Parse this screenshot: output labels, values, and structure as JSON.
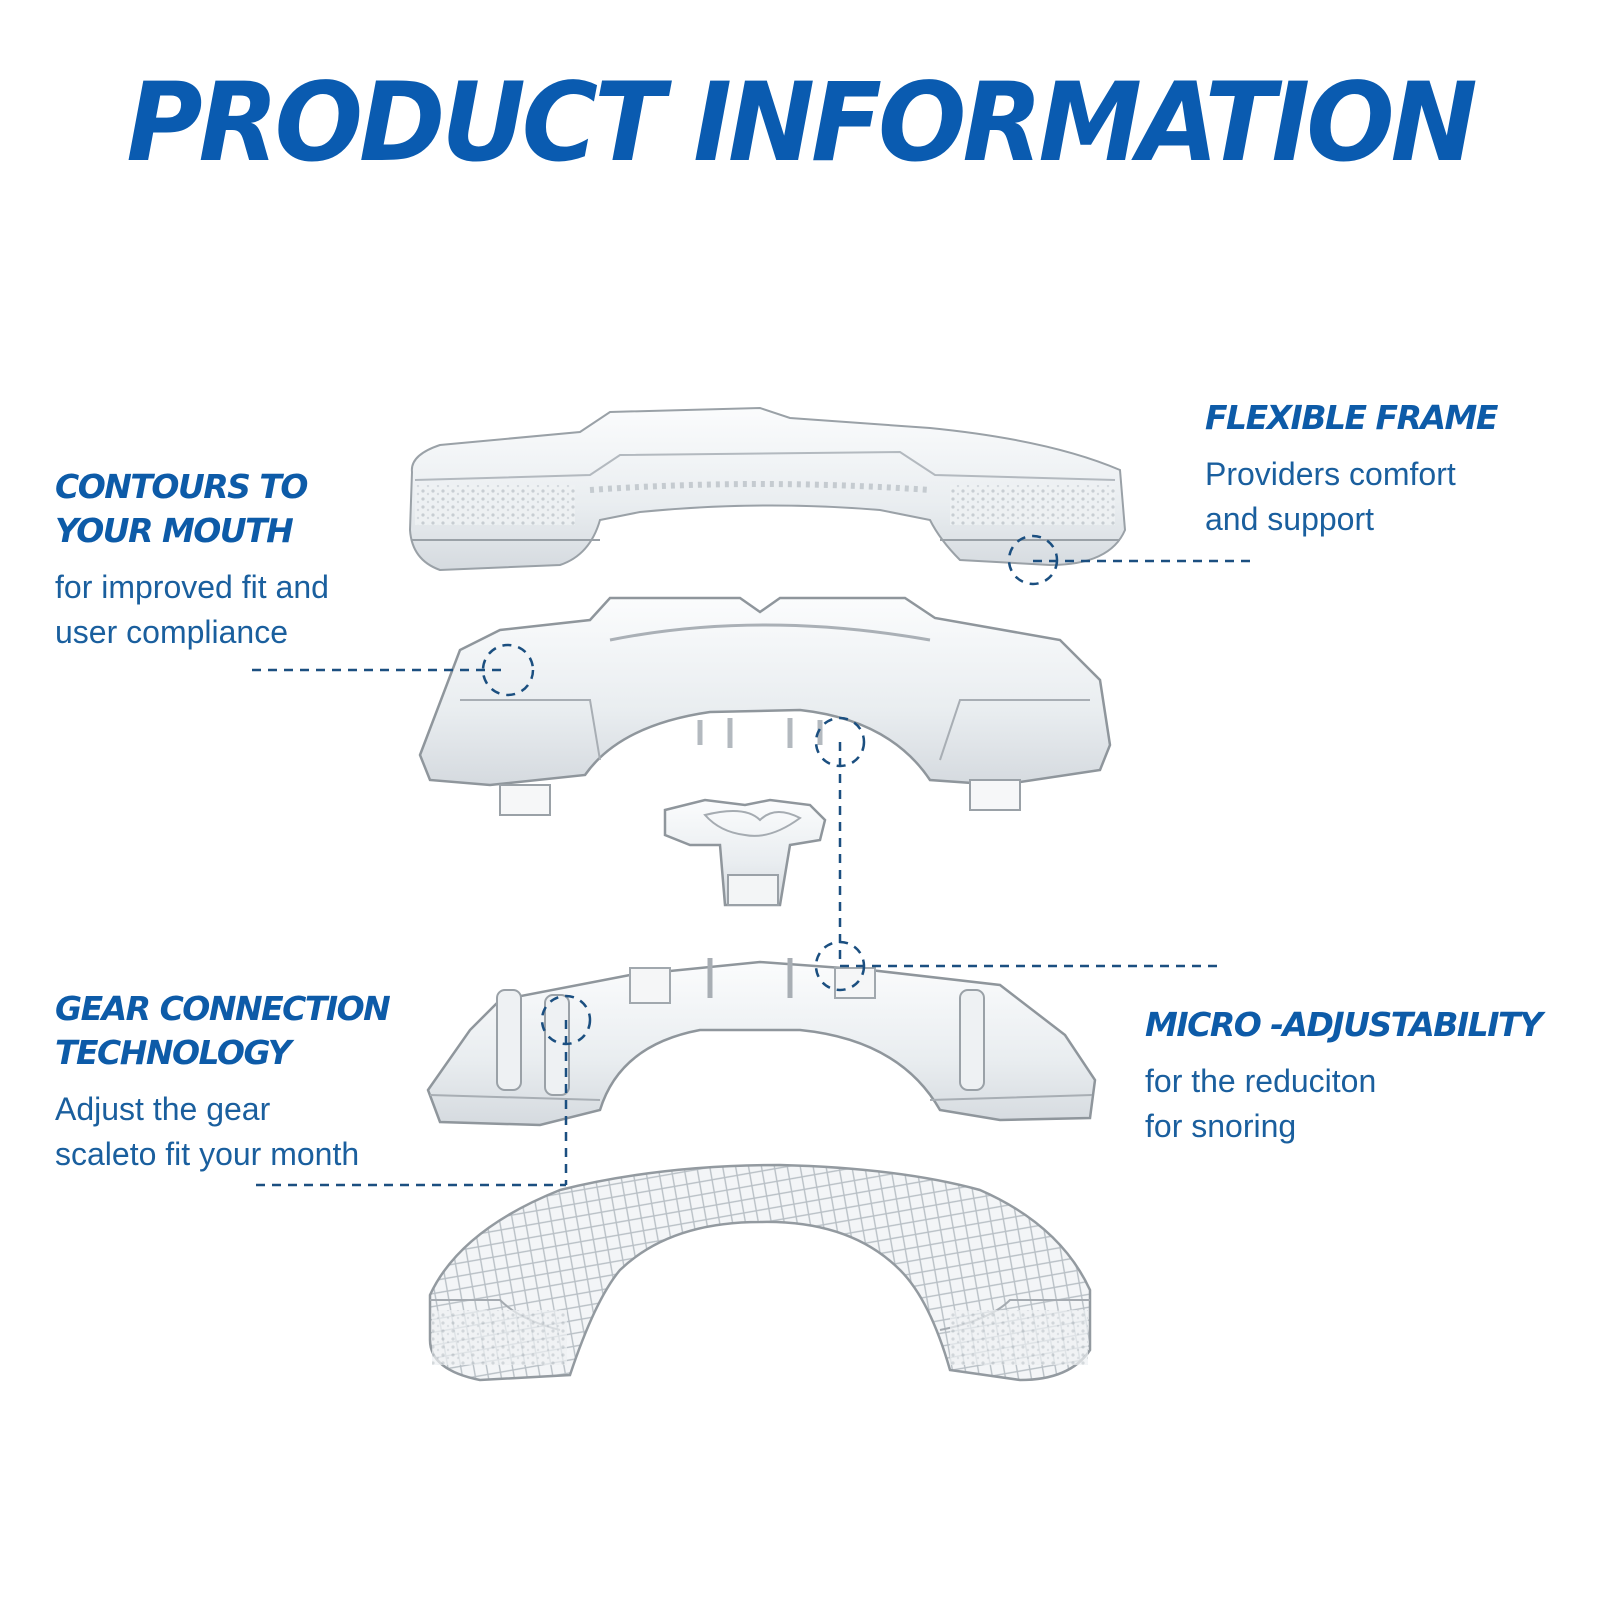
{
  "title": "PRODUCT INFORMATION",
  "colors": {
    "brand_blue": "#0a5bb0",
    "callout_line": "#1b4f80",
    "part_stroke": "#8f969c",
    "part_fill": "#eef1f3"
  },
  "callouts": [
    {
      "id": "flexible-frame",
      "heading_lines": [
        "FLEXIBLE FRAME"
      ],
      "desc_lines": [
        "Providers comfort",
        "and support"
      ]
    },
    {
      "id": "contours",
      "heading_lines": [
        "CONTOURS TO",
        "YOUR MOUTH"
      ],
      "desc_lines": [
        "for improved fit and",
        "user compliance"
      ]
    },
    {
      "id": "gear-connection",
      "heading_lines": [
        "GEAR CONNECTION",
        "TECHNOLOGY"
      ],
      "desc_lines": [
        "Adjust the gear",
        "scaleto fit your month"
      ]
    },
    {
      "id": "micro-adjustability",
      "heading_lines": [
        "MICRO -ADJUSTABILITY"
      ],
      "desc_lines": [
        "for the reduciton",
        "for snoring"
      ]
    }
  ],
  "parts": [
    "upper-tray",
    "upper-frame",
    "gear-key",
    "lower-frame",
    "lower-tray"
  ]
}
